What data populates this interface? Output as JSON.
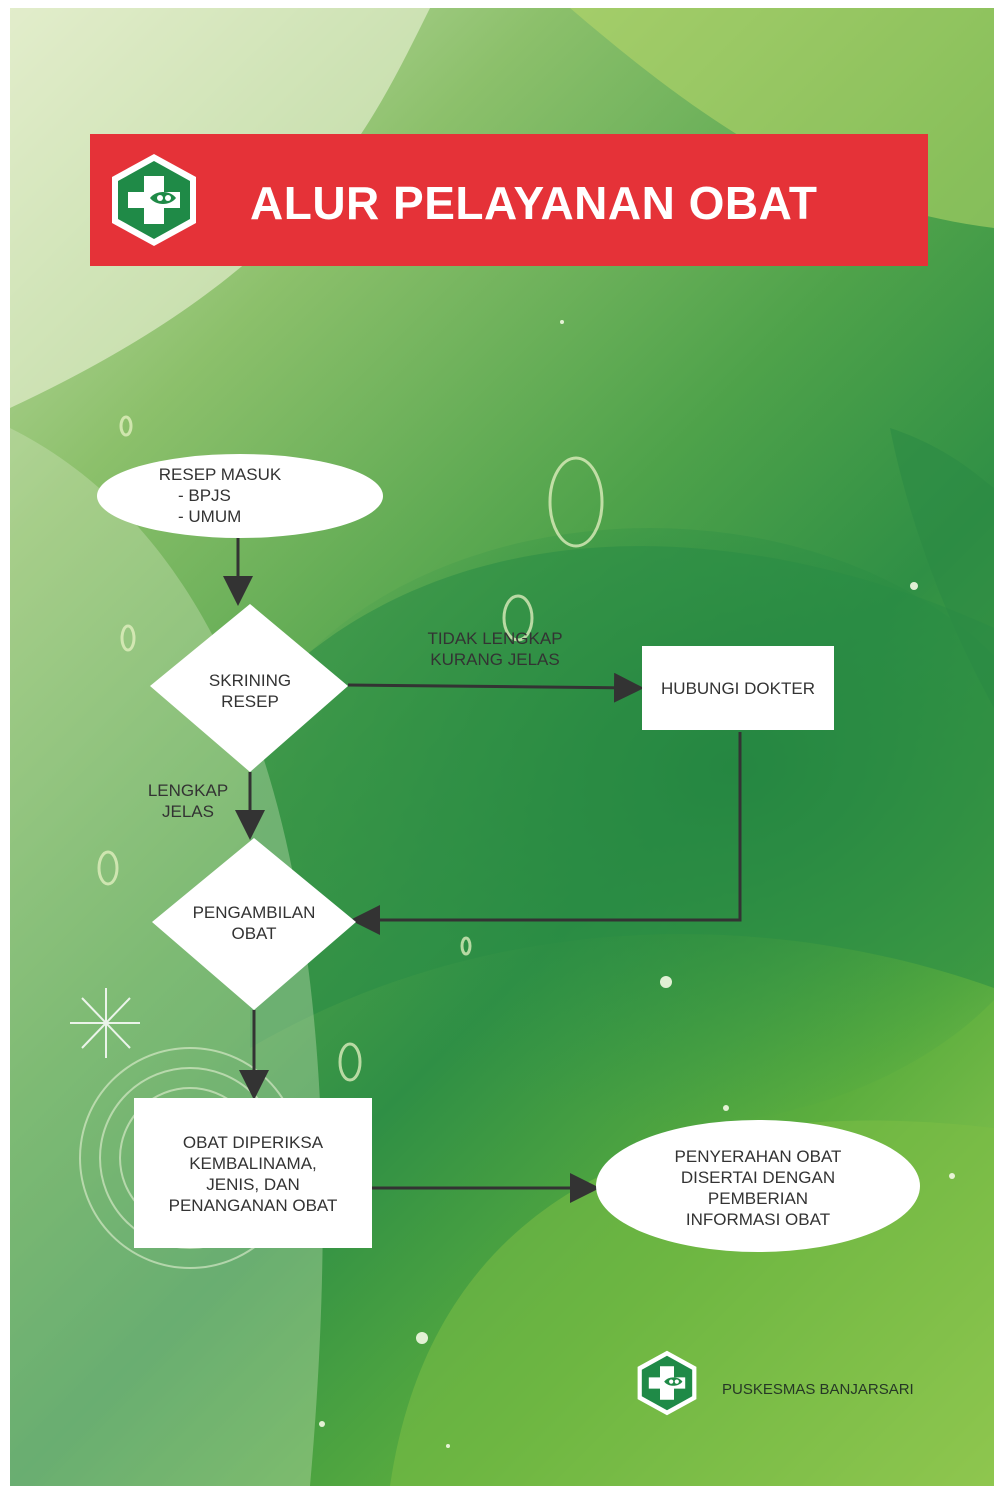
{
  "title": "ALUR PELAYANAN OBAT",
  "footer": "PUSKESMAS BANJARSARI",
  "colors": {
    "banner": "#e53238",
    "node_fill": "#ffffff",
    "arrow": "#333333",
    "text": "#333333"
  },
  "nodes": {
    "resep_masuk": {
      "shape": "ellipse",
      "lines": [
        "RESEP MASUK",
        "- BPJS",
        "- UMUM"
      ]
    },
    "skrining": {
      "shape": "diamond",
      "lines": [
        "SKRINING",
        "RESEP"
      ]
    },
    "hubungi_dokter": {
      "shape": "rectangle",
      "lines": [
        "HUBUNGI DOKTER"
      ]
    },
    "pengambilan": {
      "shape": "diamond",
      "lines": [
        "PENGAMBILAN",
        "OBAT"
      ]
    },
    "diperiksa": {
      "shape": "rectangle",
      "lines": [
        "OBAT DIPERIKSA",
        "KEMBALINAMA,",
        "JENIS, DAN",
        "PENANGANAN OBAT"
      ]
    },
    "penyerahan": {
      "shape": "ellipse",
      "lines": [
        "PENYERAHAN OBAT",
        "DISERTAI DENGAN",
        "PEMBERIAN",
        "INFORMASI OBAT"
      ]
    }
  },
  "edges": [
    {
      "from": "resep_masuk",
      "to": "skrining",
      "label": []
    },
    {
      "from": "skrining",
      "to": "hubungi_dokter",
      "label": [
        "TIDAK LENGKAP",
        "KURANG JELAS"
      ]
    },
    {
      "from": "skrining",
      "to": "pengambilan",
      "label": [
        "LENGKAP",
        "JELAS"
      ]
    },
    {
      "from": "hubungi_dokter",
      "to": "pengambilan",
      "label": []
    },
    {
      "from": "pengambilan",
      "to": "diperiksa",
      "label": []
    },
    {
      "from": "diperiksa",
      "to": "penyerahan",
      "label": []
    }
  ],
  "icons": [
    "kemenkes-logo-icon"
  ]
}
